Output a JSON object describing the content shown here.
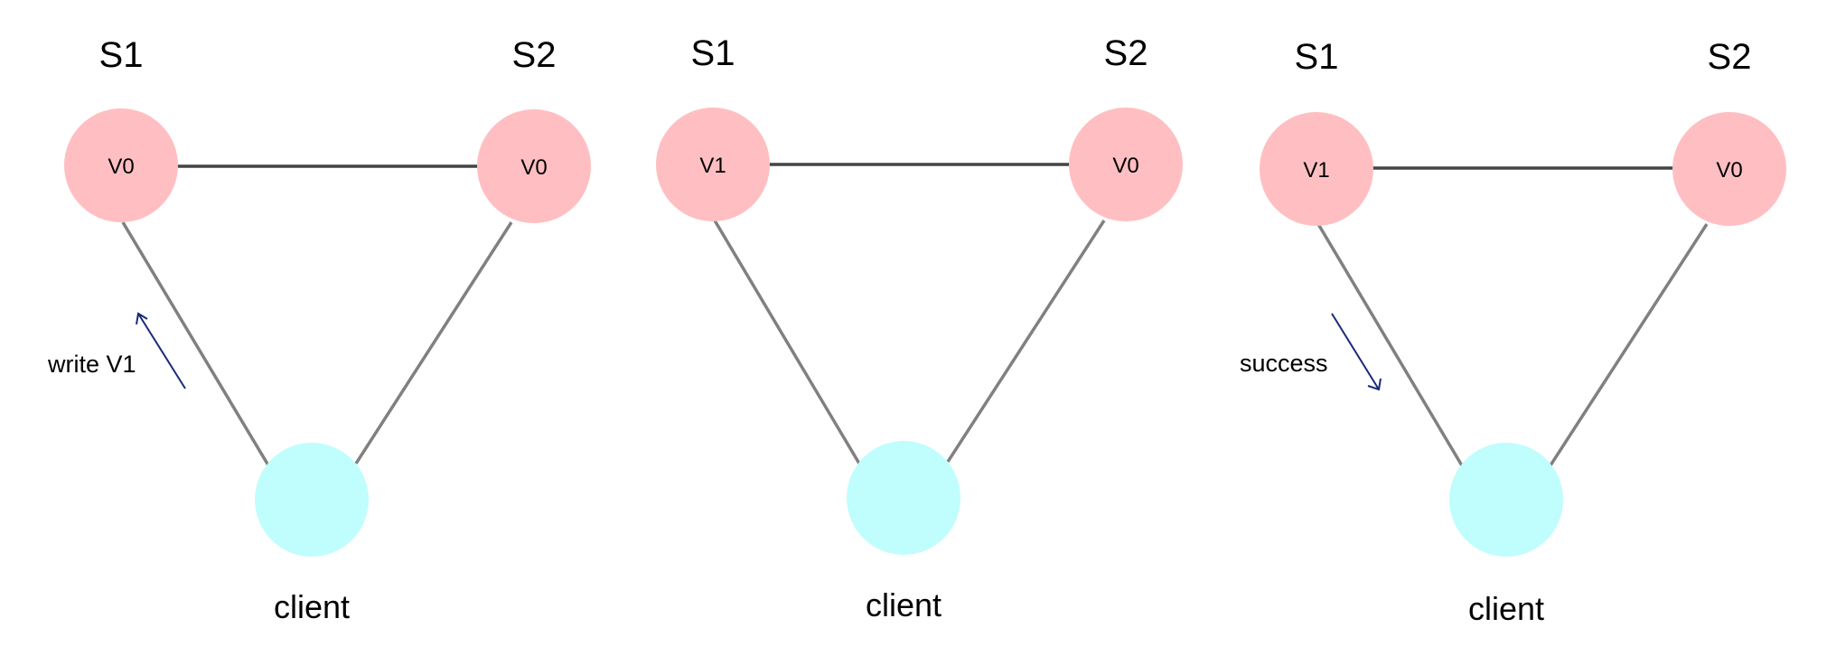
{
  "colors": {
    "server_node": "#ffbfc2",
    "client_node": "#c0fdfd",
    "arrow": "#1a2a7a",
    "edge": "#808080"
  },
  "panels": [
    {
      "server_left": {
        "label": "S1",
        "version": "V0"
      },
      "server_right": {
        "label": "S2",
        "version": "V0"
      },
      "client": {
        "label": "client"
      },
      "note": {
        "text": "write V1",
        "arrow": "client-to-S1"
      }
    },
    {
      "server_left": {
        "label": "S1",
        "version": "V1"
      },
      "server_right": {
        "label": "S2",
        "version": "V0"
      },
      "client": {
        "label": "client"
      }
    },
    {
      "server_left": {
        "label": "S1",
        "version": "V1"
      },
      "server_right": {
        "label": "S2",
        "version": "V0"
      },
      "client": {
        "label": "client"
      },
      "note": {
        "text": "success",
        "arrow": "S1-to-client"
      }
    }
  ]
}
